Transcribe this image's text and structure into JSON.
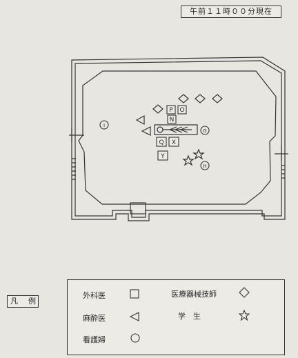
{
  "header": {
    "time_label": "午前１１時００分現在"
  },
  "staff_markers": {
    "surgeons": [
      "P",
      "O",
      "N",
      "Q",
      "X",
      "Y"
    ],
    "nurses": [
      "I",
      "G",
      "H"
    ]
  },
  "legend": {
    "title_chars": [
      "凡",
      "例"
    ],
    "items": [
      {
        "label": "外科医",
        "symbol": "square"
      },
      {
        "label": "麻酔医",
        "symbol": "triangle-left"
      },
      {
        "label": "看護婦",
        "symbol": "circle"
      },
      {
        "label": "医療器械技師",
        "symbol": "diamond"
      },
      {
        "label": "学　生",
        "symbol": "star"
      }
    ]
  }
}
